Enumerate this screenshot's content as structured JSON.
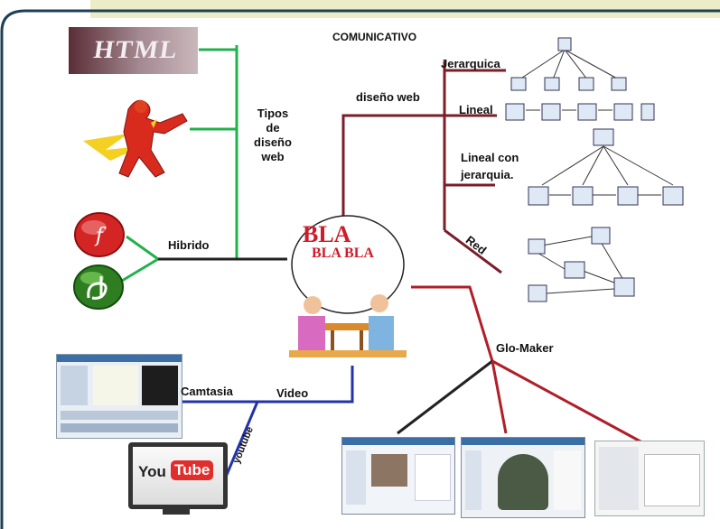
{
  "labels": {
    "comunicativo": "COMUNICATIVO",
    "jerarquica": "Jerarquica",
    "diseno_web": "diseño web",
    "lineal": "Lineal",
    "lineal_con_1": "Lineal con",
    "lineal_con_2": "jerarquia.",
    "red": "Red",
    "tipos_1": "Tipos",
    "tipos_2": "de",
    "tipos_3": "diseño",
    "tipos_4": "web",
    "hibrido": "Hibrido",
    "glo_maker": "Glo-Maker",
    "camtasia": "Camtasia",
    "video": "Video",
    "youtube": "youtube"
  },
  "images": {
    "html_logo_text": "HTML",
    "bubble_text_1": "BLA",
    "bubble_text_2": "BLA BLA",
    "youtube_you": "You",
    "youtube_tube": "Tube"
  },
  "colors": {
    "frame_border": "#1f3f57",
    "top_band": "#ecedc8",
    "green_branch": "#22b14c",
    "dark_branch": "#222222",
    "maroon_branch": "#7a1e2a",
    "red_branch": "#d01818",
    "blue_branch": "#2233aa",
    "youtube_red": "#e22d2d"
  }
}
